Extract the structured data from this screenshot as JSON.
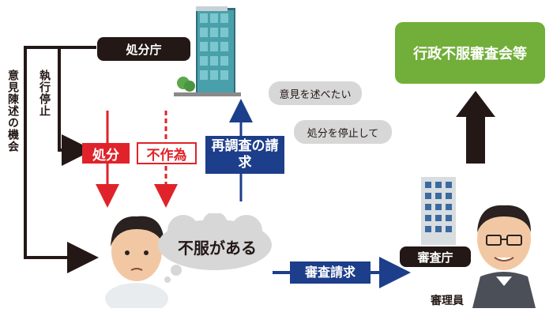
{
  "office": {
    "label": "処分庁"
  },
  "left_side": {
    "opinion_chance": "意見陳述の機会",
    "execution_stop": "執行停止"
  },
  "actions": {
    "disposition": "処分",
    "inaction": "不作為",
    "reinvestigation": "再調査の請求"
  },
  "speech": {
    "want_opinion": "意見を述べたい",
    "stop_disposition": "処分を停止して",
    "complaint": "不服がある"
  },
  "review_request": {
    "label": "審査請求"
  },
  "review_office": {
    "label": "審査庁",
    "person_label": "審理員"
  },
  "top_right": {
    "label": "行政不服審査会等"
  },
  "colors": {
    "red": "#e0232a",
    "navy": "#1d3e8a",
    "green": "#72ae3a",
    "dark": "#231815",
    "bubble": "#d7d7d7"
  }
}
